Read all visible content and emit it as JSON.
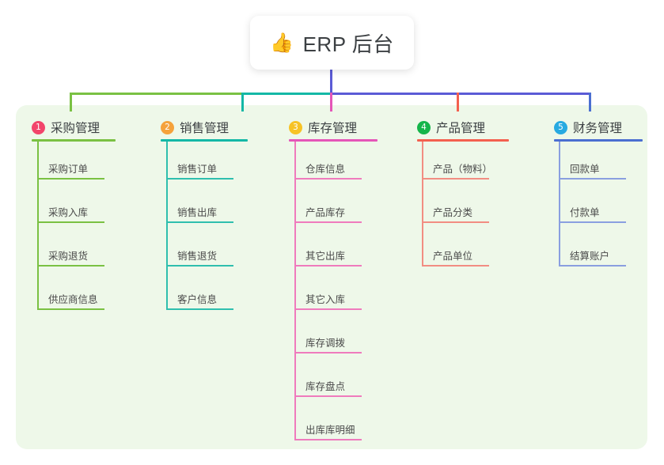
{
  "page": {
    "background": "#ffffff",
    "panel_color": "#eef8e9"
  },
  "root": {
    "icon": "thumbs-up-icon",
    "icon_glyph": "👍",
    "title": "ERP 后台",
    "card_color": "#ffffff",
    "stem_color": "#5b5bd6"
  },
  "bus": {
    "segments": [
      {
        "color": "#7ac143"
      },
      {
        "color": "#14b8a6"
      },
      {
        "color": "#5b5bd6"
      }
    ]
  },
  "columns": [
    {
      "index": "1",
      "title": "采购管理",
      "badge_color": "#f2456b",
      "rule_color": "#7ac143",
      "branch_color": "#7ac143",
      "items": [
        "采购订单",
        "采购入库",
        "采购退货",
        "供应商信息"
      ]
    },
    {
      "index": "2",
      "title": "销售管理",
      "badge_color": "#f5a23b",
      "rule_color": "#14b8a6",
      "branch_color": "#2fbfae",
      "items": [
        "销售订单",
        "销售出库",
        "销售退货",
        "客户信息"
      ]
    },
    {
      "index": "3",
      "title": "库存管理",
      "badge_color": "#f7c325",
      "rule_color": "#e556b8",
      "branch_color": "#ef7bbd",
      "items": [
        "仓库信息",
        "产品库存",
        "其它出库",
        "其它入库",
        "库存调拨",
        "库存盘点",
        "出库库明细"
      ]
    },
    {
      "index": "4",
      "title": "产品管理",
      "badge_color": "#15b54a",
      "rule_color": "#f4604f",
      "branch_color": "#f28d82",
      "items": [
        "产品（物料）",
        "产品分类",
        "产品单位"
      ]
    },
    {
      "index": "5",
      "title": "财务管理",
      "badge_color": "#27aae1",
      "rule_color": "#4b6fd1",
      "branch_color": "#8a9fe0",
      "items": [
        "回款单",
        "付款单",
        "结算账户"
      ]
    }
  ]
}
